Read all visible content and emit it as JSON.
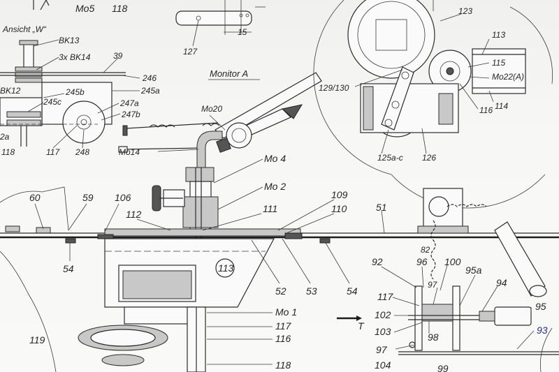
{
  "drawing": {
    "title": "Monitor A",
    "view_label": "Ansicht „W“",
    "top_left_labels": [
      "Mo5",
      "118"
    ],
    "top_detail": {
      "part": "127",
      "dimension": "15"
    },
    "left_assembly": {
      "labels": [
        "BK13",
        "3x BK14",
        "39",
        "246",
        "245a",
        "245b",
        "BK12",
        "245c",
        "247a",
        "247b",
        "2a",
        "118",
        "117",
        "248"
      ]
    },
    "monitor": {
      "labels": [
        "Mo20",
        "Mo14",
        "Mo 4",
        "Mo 2"
      ]
    },
    "top_right": {
      "labels": [
        "123",
        "113",
        "115",
        "Mo22(A)",
        "129/130",
        "116",
        "114",
        "125a-c",
        "126"
      ]
    },
    "deck": {
      "labels": [
        "60",
        "59",
        "106",
        "112",
        "111",
        "109",
        "110",
        "51",
        "54",
        "113",
        "52",
        "53",
        "54",
        "82"
      ]
    },
    "bottom": {
      "labels": [
        "Mo 1",
        "117",
        "116",
        "118",
        "119",
        "T"
      ]
    },
    "winch": {
      "labels": [
        "92",
        "96",
        "100",
        "97",
        "95a",
        "94",
        "117",
        "102",
        "103",
        "98",
        "97",
        "104",
        "99",
        "95",
        "93"
      ]
    }
  }
}
